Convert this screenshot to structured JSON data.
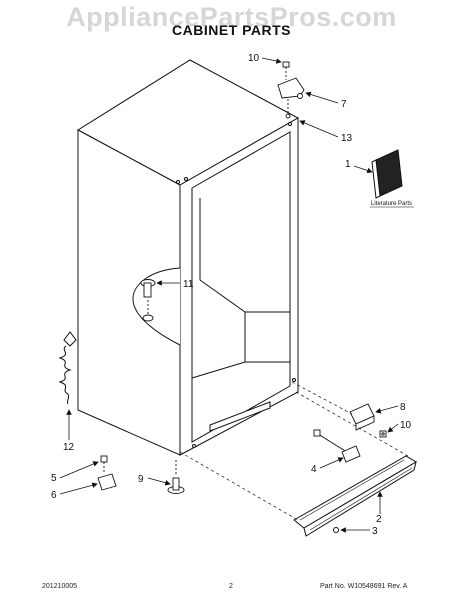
{
  "watermark": "AppliancePartsPros.com",
  "title": "CABINET PARTS",
  "literature_label": "Literature Parts",
  "callouts": {
    "p1": "1",
    "p2": "2",
    "p3": "3",
    "p4": "4",
    "p5": "5",
    "p6": "6",
    "p7": "7",
    "p8": "8",
    "p9": "9",
    "p10a": "10",
    "p10b": "10",
    "p11": "11",
    "p12": "12",
    "p13": "13"
  },
  "footer": {
    "left": "201210005",
    "center": "2",
    "right": "Part No. W10548691  Rev. A"
  }
}
